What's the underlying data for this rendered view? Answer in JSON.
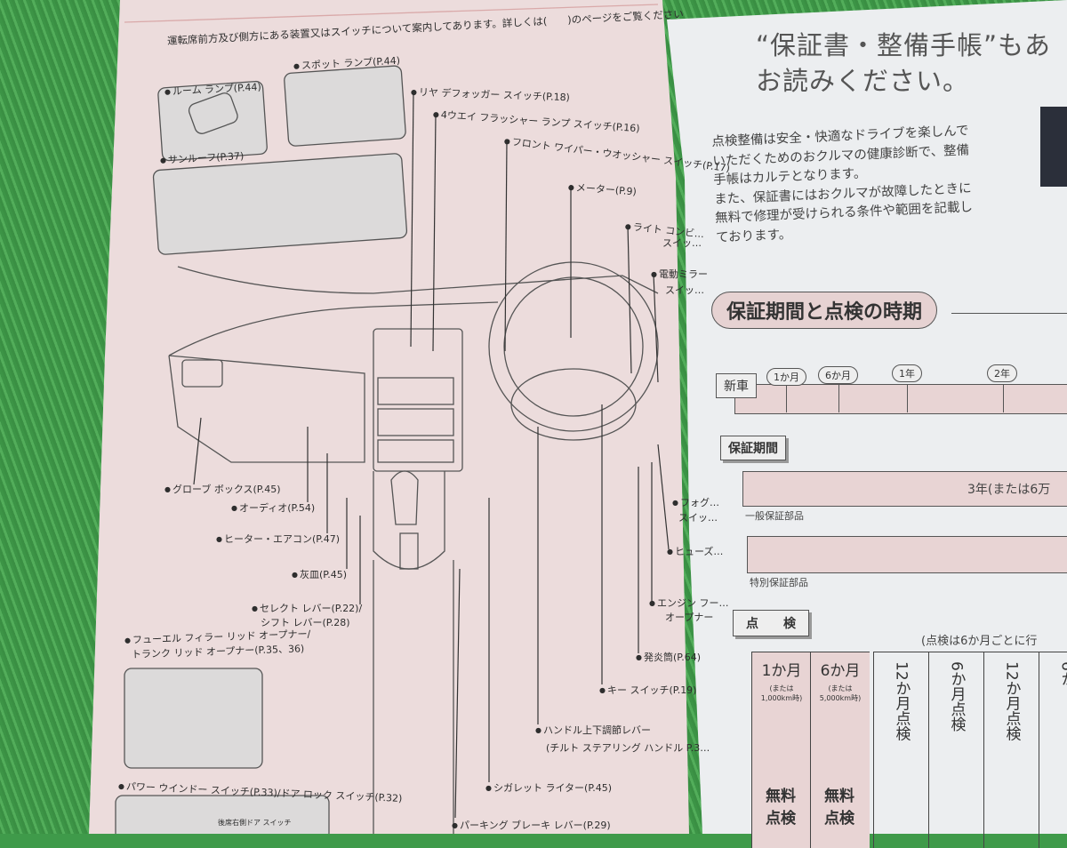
{
  "left_page": {
    "intro": "運転席前方及び側方にある装置又はスイッチについて案内してあります。詳しくは(　　)のページをご覧ください",
    "labels": {
      "room_lamp": "ルーム ランプ(P.44)",
      "spot_lamp": "スポット ランプ(P.44)",
      "sunroof": "サンルーフ(P.37)",
      "rear_defogger": "リヤ デフォッガー スイッチ(P.18)",
      "hazard": "4ウエイ フラッシャー ランプ スイッチ(P.16)",
      "wiper": "フロント ワイパー・ウオッシャー スイッチ(P.17)",
      "meter": "メーター(P.9)",
      "light_combo": "ライト コンビ…",
      "light_combo_2": "スイッ…",
      "mirror": "電動ミラー",
      "mirror_2": "スイッ…",
      "glove_box": "グローブ ボックス(P.45)",
      "audio": "オーディオ(P.54)",
      "heater": "ヒーター・エアコン(P.47)",
      "ashtray": "灰皿(P.45)",
      "select_lever": "セレクト レバー(P.22)/",
      "shift_lever": "シフト レバー(P.28)",
      "fuel_opener": "フューエル フィラー リッド オープナー/",
      "trunk_opener": "トランク リッド オープナー(P.35、36)",
      "power_window": "パワー ウインドー スイッチ(P.33)/ドア ロック スイッチ(P.32)",
      "rear_door_switch": "後席右側ドア スイッチ",
      "cigarette": "シガレット ライター(P.45)",
      "parking_brake": "パーキング ブレーキ レバー(P.29)",
      "tilt_lever": "ハンドル上下調節レバー",
      "tilt_lever_2": "(チルト ステアリング ハンドル P.3…",
      "key_switch": "キー スイッチ(P.19)",
      "flare": "発炎筒(P.64)",
      "hood_opener": "エンジン フー…",
      "hood_opener_2": "オープナー",
      "fuse": "ヒューズ…",
      "fog": "フォグ…",
      "fog_2": "スイッ…"
    }
  },
  "right_page": {
    "title_line1": "“保証書・整備手帳”もあ",
    "title_line2": "お読みください。",
    "paragraph": [
      "点検整備は安全・快適なドライブを楽しんで",
      "いただくためのおクルマの健康診断で、整備",
      "手帳はカルテとなります。",
      "また、保証書にはおクルマが故障したときに",
      "無料で修理が受けられる条件や範囲を記載し",
      "ております。"
    ],
    "section_title": "保証期間と点検の時期",
    "timeline": {
      "start": "新車",
      "marks": [
        "1か月",
        "6か月",
        "1年",
        "2年"
      ]
    },
    "warranty": {
      "label": "保証期間",
      "general_value": "3年(または6万",
      "general_label": "一般保証部品",
      "special_label": "特別保証部品"
    },
    "inspection": {
      "label": "点　　検",
      "note": "(点検は6か月ごとに行",
      "columns": [
        {
          "title": "1か月",
          "sub": "(または1,000km時)",
          "free": "無料点検"
        },
        {
          "title": "6か月",
          "sub": "(または5,000km時)",
          "free": "無料点検"
        },
        {
          "title": "12か月点検"
        },
        {
          "title": "6か月点検"
        },
        {
          "title": "12か月点検"
        },
        {
          "title": "6か"
        }
      ]
    }
  }
}
